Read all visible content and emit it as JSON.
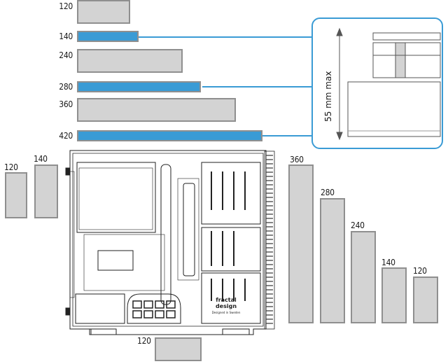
{
  "top_bars": [
    {
      "label": "120",
      "fraction": 0.286,
      "highlight": false
    },
    {
      "label": "140",
      "fraction": 0.333,
      "highlight": true
    },
    {
      "label": "240",
      "fraction": 0.571,
      "highlight": false
    },
    {
      "label": "280",
      "fraction": 0.667,
      "highlight": true
    },
    {
      "label": "360",
      "fraction": 0.857,
      "highlight": false
    },
    {
      "label": "420",
      "fraction": 1.0,
      "highlight": true
    }
  ],
  "left_boxes": [
    {
      "label": "120"
    },
    {
      "label": "140"
    }
  ],
  "right_bars": [
    {
      "label": "360"
    },
    {
      "label": "280"
    },
    {
      "label": "240"
    },
    {
      "label": "140"
    },
    {
      "label": "120"
    }
  ],
  "bottom_box": {
    "label": "120"
  },
  "callout": {
    "text": "55 mm max"
  },
  "logo": {
    "brand": "fractal design",
    "tagline": "Designed in Sweden"
  },
  "colors": {
    "accent": "#3a9bd5",
    "bar_fill": "#d3d3d3",
    "bar_border": "#8f8f8f"
  }
}
